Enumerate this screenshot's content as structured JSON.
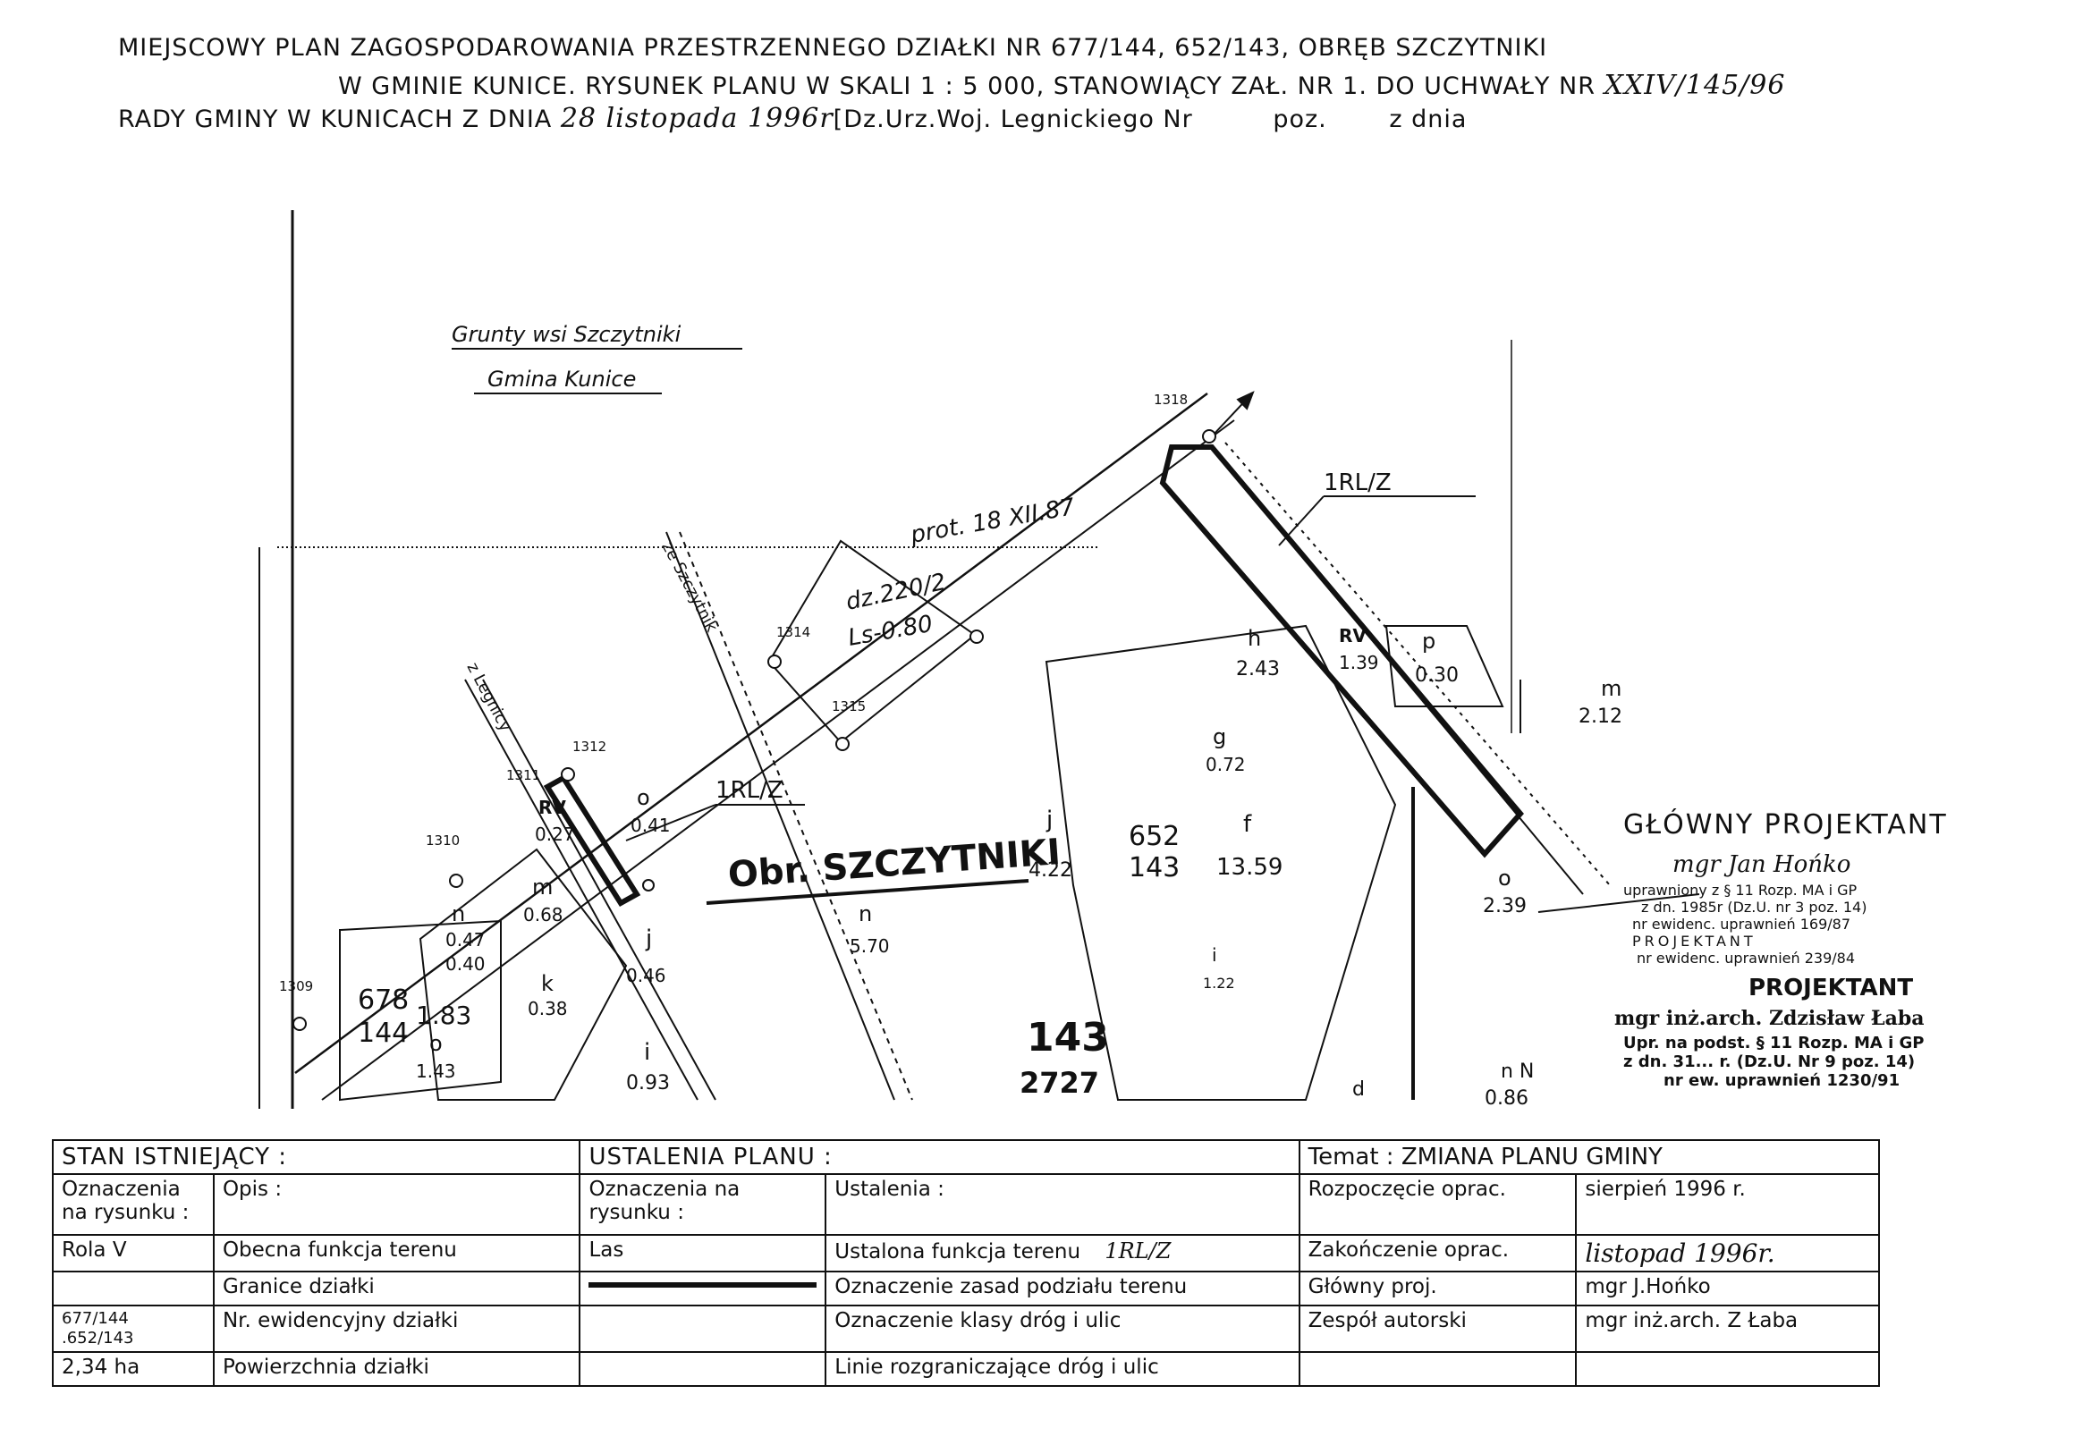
{
  "header": {
    "line1": "MIEJSCOWY PLAN ZAGOSPODAROWANIA PRZESTRZENNEGO DZIAŁKI NR 677/144, 652/143, OBRĘB SZCZYTNIKI",
    "line2a": "W GMINIE KUNICE. RYSUNEK PLANU W SKALI 1 : 5 000, STANOWIĄCY ZAŁ. NR 1. DO UCHWAŁY NR",
    "line2b": "XXIV/145/96",
    "line3a": "RADY GMINY W KUNICACH Z DNIA",
    "line3b": "28 listopada 1996r",
    "line3c": "[Dz.Urz.Woj. Legnickiego Nr",
    "line3d": "poz.",
    "line3e": "z dnia"
  },
  "map": {
    "boundary_title1": "Grunty wsi Szczytniki",
    "boundary_title2": "Gmina Kunice",
    "obr": "Obr. SZCZYTNIKI",
    "prot": "prot. 18 XII.87",
    "dz_num": "dz.220/2",
    "dz_val": "Ls-0.80",
    "road_szczytnik": "ze Szczytnik",
    "road_legnicy": "z Legnicy",
    "zone_1rlz_a": "1RL/Z",
    "zone_1rlz_b": "1RL/Z",
    "parcels": {
      "p1318": "1318",
      "p1314": "1314",
      "p1315": "1315",
      "p1312": "1312",
      "p1311": "1311",
      "p1310": "1310",
      "p1309": "1309",
      "h": "h",
      "h_v": "2.43",
      "rv": "RV",
      "rv_v": "1.39",
      "p": "p",
      "p_v": "0.30",
      "m": "m",
      "m_v": "2.12",
      "g": "g",
      "g_v": "0.72",
      "j": "j",
      "j_v": "4.22",
      "f652": "652",
      "f143": "143",
      "f": "f",
      "f_v": "13.59",
      "o2": "o",
      "o2_v": "2.39",
      "n": "n",
      "n_v": "5.70",
      "o": "o",
      "o_v": "0.41",
      "rv2": "RV",
      "rv2_v": "0.27",
      "m2": "m",
      "m2_v": "0.68",
      "n2": "n",
      "n2_v": "0.47",
      "n2_v2": "0.40",
      "k": "k",
      "k_v": "0.38",
      "j2": "j",
      "j2_v": "0.46",
      "i": "i",
      "i_v": "0.93",
      "p678": "678",
      "p144": "144",
      "p678_v": "1.83",
      "o3": "o",
      "o3_v": "1.43",
      "big143": "143",
      "big2727": "2727",
      "nN": "n N",
      "nN_v": "0.86",
      "i2": "i",
      "i2_v": "1.22",
      "d": "d"
    }
  },
  "stamp": {
    "title": "GŁÓWNY PROJEKTANT",
    "name": "mgr Jan Hońko",
    "l1": "uprawniony z § 11 Rozp. MA i GP",
    "l2": "z dn. 1985r (Dz.U. nr 3 poz. 14)",
    "l3": "nr ewidenc. uprawnień 169/87",
    "l4": "PROJEKTANT",
    "l5": "nr ewidenc. uprawnień 239/84",
    "title2": "PROJEKTANT",
    "name2": "mgr inż.arch. Zdzisław Łaba",
    "m1": "Upr. na podst. § 11 Rozp. MA i GP",
    "m2": "z dn. 31... r. (Dz.U. Nr 9 poz. 14)",
    "m3": "nr ew. uprawnień 1230/91"
  },
  "legend": {
    "stan": "STAN ISTNIEJĄCY :",
    "ustalenia": "USTALENIA PLANU :",
    "temat": "Temat : ZMIANA PLANU GMINY",
    "ozn_rys": "Oznaczenia na rysunku :",
    "opis": "Opis :",
    "ozn_rys2": "Oznaczenia na rysunku :",
    "ustalenia2": "Ustalenia :",
    "rozp": "Rozpoczęcie oprac.",
    "rozp_v": "sierpień 1996 r.",
    "rola": "Rola V",
    "obecna": "Obecna funkcja terenu",
    "las": "Las",
    "ustalona": "Ustalona funkcja terenu",
    "ustalona_v": "1RL/Z",
    "zak": "Zakończenie oprac.",
    "zak_v": "listopad 1996r.",
    "granice": "Granice działki",
    "oznaczenie_zasad": "Oznaczenie zasad podziału terenu",
    "glowny": "Główny proj.",
    "glowny_v": "mgr J.Hońko",
    "nr1": "677/144",
    "nr2": ".652/143",
    "nr_ew": "Nr. ewidencyjny działki",
    "klasy": "Oznaczenie klasy dróg i ulic",
    "zespol": "Zespół autorski",
    "zespol_v": "mgr inż.arch. Z Łaba",
    "pow": "2,34 ha",
    "powierzchnia": "Powierzchnia działki",
    "linie": "Linie rozgraniczające dróg i ulic"
  }
}
